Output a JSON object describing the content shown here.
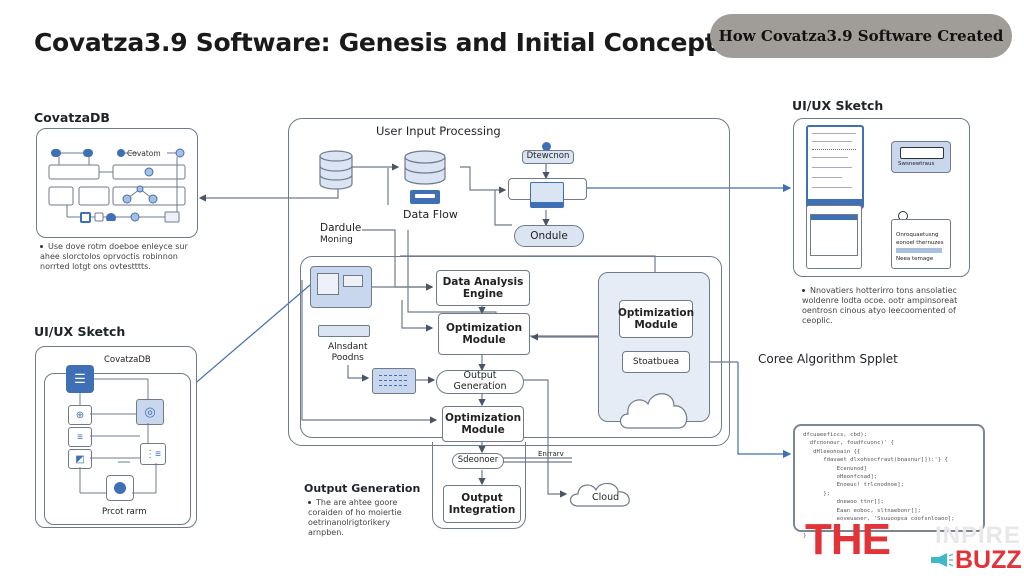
{
  "header": {
    "title": "Covatza3.9 Software: Genesis and Initial Concept",
    "badge": "How Covatza3.9 Software Created"
  },
  "colors": {
    "accent_blue": "#3f6fb5",
    "light_blue": "#dbe4f2",
    "line": "#6f7b8c",
    "badge_bg": "#a09c97",
    "logo_red": "#e13338"
  },
  "covatza_db": {
    "heading": "CovatzaDB",
    "inner_label": "Covatom",
    "bullet": "Use dove rotm doeboe enleyce sur ahee slorctolos oprvoctis robinnon norrted lotgt ons ovtestttts."
  },
  "ux_sketch_left": {
    "heading": "UI/UX Sketch",
    "inner_label": "CovatzaDB",
    "footer_label": "Prcot rarm"
  },
  "center": {
    "heading": "User Input Processing",
    "data_flow": "Data Flow",
    "small_node": "Dtewcnon",
    "ondule": "Ondule",
    "dardule_line1": "Dardule",
    "dardule_line2": "Moning",
    "data_analysis": "Data Analysis Engine",
    "optimization_1": "Optimization Module",
    "aloudant_line1": "Alnsdant",
    "aloudant_line2": "Poodns",
    "output_generation": "Output Generation",
    "optimization_2": "Optimization Module",
    "sdeonoer": "Sdeonoer",
    "enrrarv": "Enrrarv",
    "output_integration": "Output Integration",
    "cloud": "Cloud",
    "opt_right": "Optimization Module",
    "stoatbuea": "Stoatbuea"
  },
  "ux_sketch_right": {
    "heading": "UI/UX Sketch",
    "panel_label": "Swsnewtraus",
    "card_title": "Onroquaetusng",
    "card_sub": "eonoel thernuzes",
    "card_footer": "Neea temage",
    "bullet": "Nnovatiers hotterirro tons ansolatiec woldenre lodta ocoe. ootr ampinsoreat oentrosn cinous atyo leecoomented of ceoplic."
  },
  "output_generation_section": {
    "heading": "Output Generation",
    "bullet": "The are ahtee goore coraiden of ho moiertie oetrinanolrigtorikery arnpben."
  },
  "core_algorithm": {
    "heading": "Coree Algorithm Spplet",
    "code_lines": [
      "dfcuaeeficcs, cbd);",
      "  dfcnonour, foudfcuonc)' {",
      "   dHleeonoain {{",
      "      fdavaet dlxohsocfraut(bnasnur]]):'} {",
      "          Ecenunod]",
      "          oHeonfcnad];",
      "          Enoeuc! trlcnodnoe];",
      "      };",
      "          dnewoo ttnr[];",
      "          Eaan eoboc, sltnaebonr[];",
      "          eoveuaoer, 'Ssuuoopsa coofsnloaoo];",
      "      }",
      "}"
    ]
  },
  "logo": {
    "the": "THE",
    "inpire": "INPIRE",
    "buzz": "BUZZ"
  }
}
